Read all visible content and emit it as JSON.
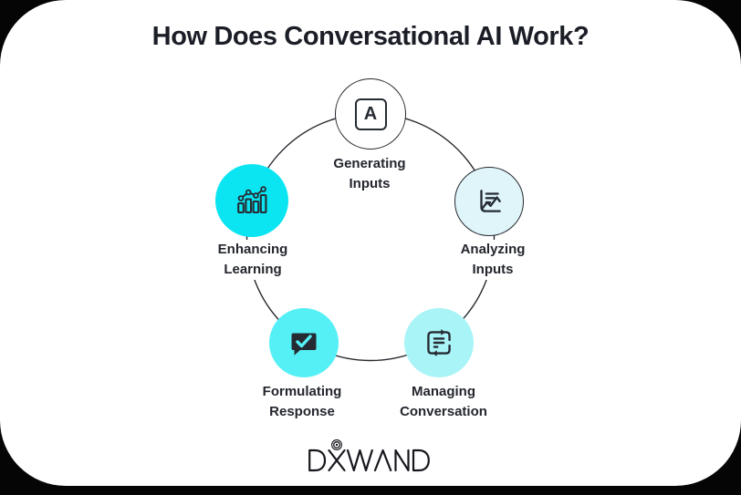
{
  "page": {
    "bg": "#050505",
    "card_bg": "#ffffff",
    "text_color": "#1b1e26"
  },
  "title": "How Does Conversational AI Work?",
  "diagram": {
    "type": "cycle",
    "ring_color": "#26282e",
    "icon_color": "#262b33",
    "steps": [
      {
        "name": "generating-inputs",
        "line1": "Generating",
        "line2": "Inputs",
        "circle_color": "#ffffff",
        "icon": "letter-a-icon",
        "icon_letter": "A"
      },
      {
        "name": "analyzing-inputs",
        "line1": "Analyzing",
        "line2": "Inputs",
        "circle_color": "#dff5fa",
        "icon": "line-chart-icon"
      },
      {
        "name": "managing-conversation",
        "line1": "Managing",
        "line2": "Conversation",
        "circle_color": "#a9f4f7",
        "icon": "document-sync-icon"
      },
      {
        "name": "formulating-response",
        "line1": "Formulating",
        "line2": "Response",
        "circle_color": "#55f0f6",
        "icon": "chat-check-icon"
      },
      {
        "name": "enhancing-learning",
        "line1": "Enhancing",
        "line2": "Learning",
        "circle_color": "#0be4f1",
        "icon": "bar-chart-trend-icon"
      }
    ]
  },
  "footer": {
    "brand": "DXWAND"
  }
}
